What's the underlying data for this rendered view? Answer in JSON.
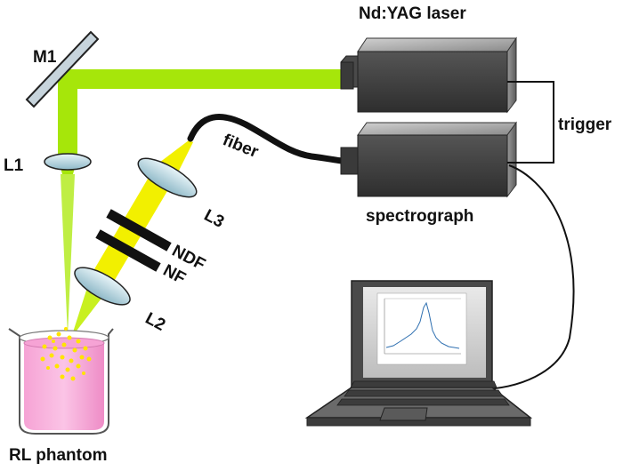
{
  "labels": {
    "laser": "Nd:YAG laser",
    "mirror": "M1",
    "lens1": "L1",
    "lens2": "L2",
    "lens3": "L3",
    "fiber": "fiber",
    "trigger": "trigger",
    "spectrograph": "spectrograph",
    "ndf": "NDF",
    "nf": "NF",
    "phantom": "RL phantom"
  },
  "colors": {
    "laser_beam": "#a6e60a",
    "raman_beam": "#f2f000",
    "device_body": "#5c5c5c",
    "phantom_liquid": "#f6a3d5",
    "lens_fill": "#b6d8e2",
    "particles": "#ffe400"
  }
}
